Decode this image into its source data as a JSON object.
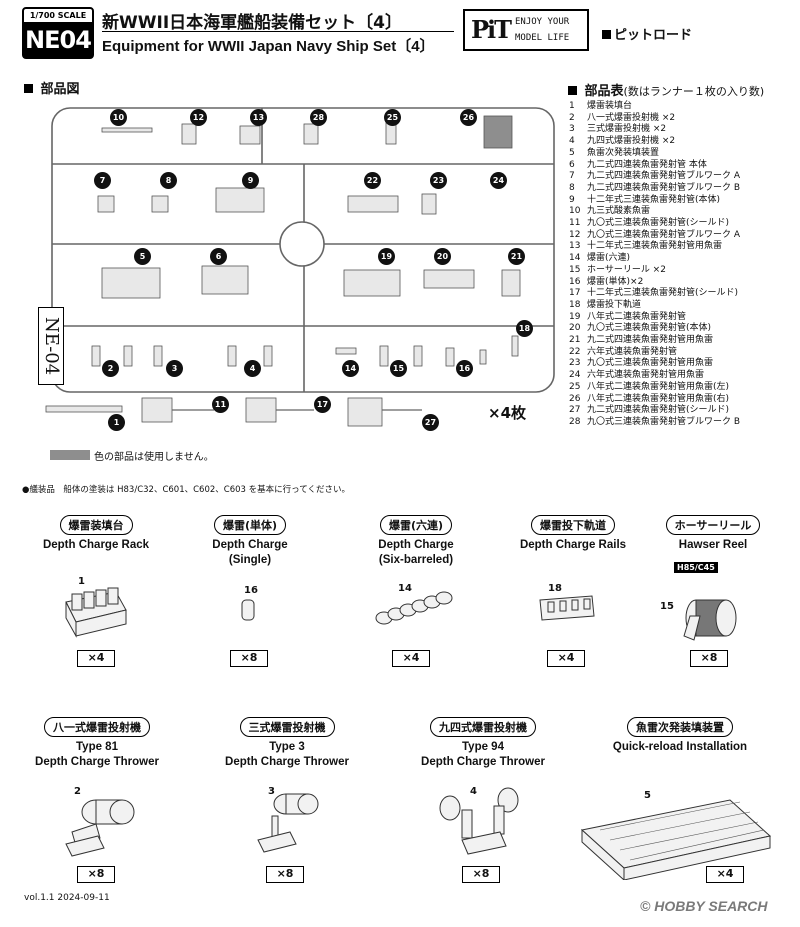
{
  "header": {
    "scale": "1/700 SCALE",
    "code": "NE04",
    "title_jp": "新WWII日本海軍艦船装備セット〔4〕",
    "title_en": "Equipment for WWII Japan Navy Ship Set〔4〕",
    "logo_mark": "PiT",
    "logo_tagline_1": "ENJOY YOUR",
    "logo_tagline_2": "MODEL LIFE",
    "brand": "ピットロード"
  },
  "sprue_section": {
    "title": "部品図",
    "side_label": "NE-04",
    "badges": [
      "10",
      "12",
      "13",
      "28",
      "25",
      "26",
      "7",
      "8",
      "9",
      "22",
      "23",
      "24",
      "5",
      "6",
      "19",
      "20",
      "21",
      "18",
      "2",
      "3",
      "4",
      "14",
      "15",
      "16",
      "1",
      "11",
      "17",
      "27"
    ],
    "multiplier": "×4枚",
    "unused_note": "色の部品は使用しません。"
  },
  "parts_section": {
    "title": "部品表",
    "subtitle": "(数はランナー１枚の入り数)",
    "items": [
      {
        "no": "1",
        "name": "爆雷装填台"
      },
      {
        "no": "2",
        "name": "八一式爆雷投射機 ×2"
      },
      {
        "no": "3",
        "name": "三式爆雷投射機 ×2"
      },
      {
        "no": "4",
        "name": "九四式爆雷投射機 ×2"
      },
      {
        "no": "5",
        "name": "魚雷次発装填装置"
      },
      {
        "no": "6",
        "name": "九二式四連装魚雷発射管 本体"
      },
      {
        "no": "7",
        "name": "九二式四連装魚雷発射管ブルワーク A"
      },
      {
        "no": "8",
        "name": "九二式四連装魚雷発射管ブルワーク B"
      },
      {
        "no": "9",
        "name": "十二年式三連装魚雷発射管(本体)"
      },
      {
        "no": "10",
        "name": "九三式酸素魚雷"
      },
      {
        "no": "11",
        "name": "九〇式三連装魚雷発射管(シールド)"
      },
      {
        "no": "12",
        "name": "九〇式三連装魚雷発射管ブルワーク A"
      },
      {
        "no": "13",
        "name": "十二年式三連装魚雷発射管用魚雷"
      },
      {
        "no": "14",
        "name": "爆雷(六連)"
      },
      {
        "no": "15",
        "name": "ホーサーリール ×2"
      },
      {
        "no": "16",
        "name": "爆雷(単体)×2"
      },
      {
        "no": "17",
        "name": "十二年式三連装魚雷発射管(シールド)"
      },
      {
        "no": "18",
        "name": "爆雷投下軌道"
      },
      {
        "no": "19",
        "name": "八年式二連装魚雷発射管"
      },
      {
        "no": "20",
        "name": "九〇式三連装魚雷発射管(本体)"
      },
      {
        "no": "21",
        "name": "九二式四連装魚雷発射管用魚雷"
      },
      {
        "no": "22",
        "name": "六年式連装魚雷発射管"
      },
      {
        "no": "23",
        "name": "九〇式三連装魚雷発射管用魚雷"
      },
      {
        "no": "24",
        "name": "六年式連装魚雷発射管用魚雷"
      },
      {
        "no": "25",
        "name": "八年式二連装魚雷発射管用魚雷(左)"
      },
      {
        "no": "26",
        "name": "八年式二連装魚雷発射管用魚雷(右)"
      },
      {
        "no": "27",
        "name": "九二式四連装魚雷発射管(シールド)"
      },
      {
        "no": "28",
        "name": "九〇式三連装魚雷発射管ブルワーク B"
      }
    ]
  },
  "paint_note": "●艤装品　船体の塗装は H83/C32、C601、C602、C603 を基本に行ってください。",
  "equipment": [
    {
      "jp": "爆雷装填台",
      "en1": "Depth Charge Rack",
      "en2": "",
      "part": "1",
      "qty": "×4"
    },
    {
      "jp": "爆雷(単体)",
      "en1": "Depth Charge",
      "en2": "(Single)",
      "part": "16",
      "qty": "×8"
    },
    {
      "jp": "爆雷(六連)",
      "en1": "Depth Charge",
      "en2": "(Six-barreled)",
      "part": "14",
      "qty": "×4"
    },
    {
      "jp": "爆雷投下軌道",
      "en1": "Depth Charge Rails",
      "en2": "",
      "part": "18",
      "qty": "×4"
    },
    {
      "jp": "ホーサーリール",
      "en1": "Hawser Reel",
      "en2": "",
      "part": "15",
      "qty": "×8",
      "paint": "H85/C45"
    },
    {
      "jp": "八一式爆雷投射機",
      "en1": "Type 81",
      "en2": "Depth Charge Thrower",
      "part": "2",
      "qty": "×8"
    },
    {
      "jp": "三式爆雷投射機",
      "en1": "Type 3",
      "en2": "Depth Charge Thrower",
      "part": "3",
      "qty": "×8"
    },
    {
      "jp": "九四式爆雷投射機",
      "en1": "Type 94",
      "en2": "Depth Charge Thrower",
      "part": "4",
      "qty": "×8"
    },
    {
      "jp": "魚雷次発装填装置",
      "en1": "Quick-reload Installation",
      "en2": "",
      "part": "5",
      "qty": "×4"
    }
  ],
  "footer": {
    "version": "vol.1.1  2024-09-11",
    "watermark": "© HOBBY SEARCH"
  }
}
